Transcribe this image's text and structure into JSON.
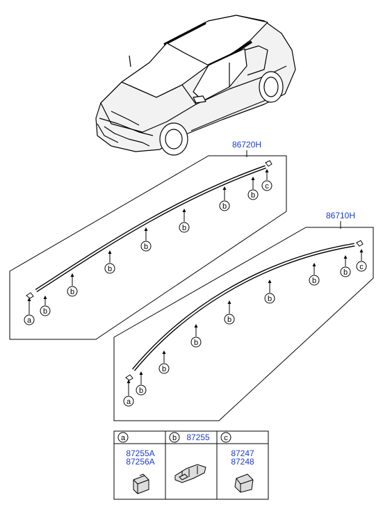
{
  "assemblies": [
    {
      "part_number": "86720H"
    },
    {
      "part_number": "86710H"
    }
  ],
  "callout_letters": {
    "a": "a",
    "b": "b",
    "c": "c"
  },
  "legend_table": {
    "columns": [
      {
        "letter": "a",
        "part_numbers": [
          "87255A",
          "87256A"
        ],
        "header_part": ""
      },
      {
        "letter": "b",
        "part_numbers": [],
        "header_part": "87255"
      },
      {
        "letter": "c",
        "part_numbers": [
          "87247",
          "87248"
        ],
        "header_part": ""
      }
    ]
  },
  "colors": {
    "part_number_text": "#1a3ad0",
    "line_art": "#000000"
  }
}
